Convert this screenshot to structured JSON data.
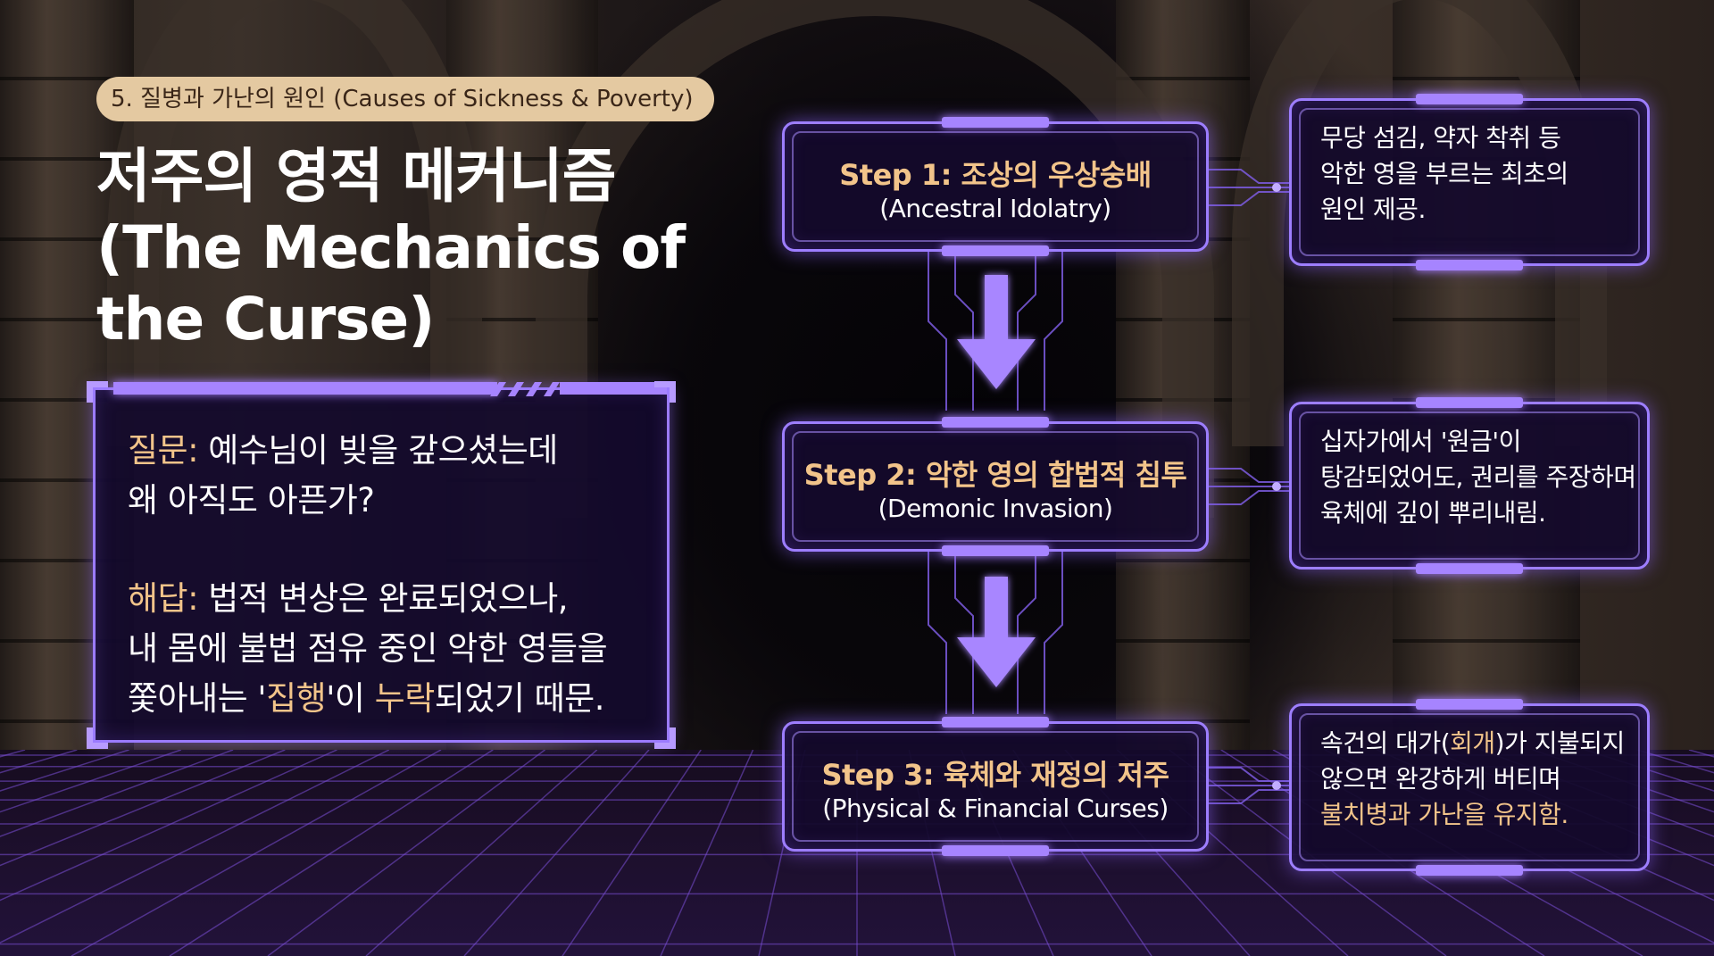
{
  "tag": "5. 질병과 가난의 원인 (Causes of Sickness & Poverty)",
  "title": {
    "line1": "저주의 영적 메커니즘",
    "line2": "(The Mechanics of",
    "line3": "the Curse)"
  },
  "qa": {
    "question_label": "질문:",
    "question_line1": " 예수님이 빚을 갚으셨는데",
    "question_line2": "왜 아직도 아픈가?",
    "answer_label": "해답:",
    "answer_line1": " 법적 변상은 완료되었으나,",
    "answer_line2": "내 몸에 불법 점유 중인 악한 영들을",
    "answer_line3_pre": "쫓아내는 '",
    "answer_line3_hl1": "집행",
    "answer_line3_mid": "'이 ",
    "answer_line3_hl2": "누락",
    "answer_line3_post": "되었기 때문."
  },
  "steps": [
    {
      "title": "Step 1: 조상의 우상숭배",
      "subtitle": "(Ancestral Idolatry)",
      "desc_line1": "무당 섬김, 약자 착취 등",
      "desc_line2": "악한 영을 부르는 최초의",
      "desc_line3": "원인 제공."
    },
    {
      "title": "Step 2: 악한 영의 합법적 침투",
      "subtitle": "(Demonic Invasion)",
      "desc_line1": "십자가에서 '원금'이",
      "desc_line2": "탕감되었어도, 권리를 주장하며",
      "desc_line3": "육체에 깊이 뿌리내림."
    },
    {
      "title": "Step 3: 육체와 재정의 저주",
      "subtitle": "(Physical & Financial Curses)",
      "desc_line1_pre": "속건의 대가(",
      "desc_line1_hl": "회개",
      "desc_line1_post": ")가 지불되지",
      "desc_line2": "않으면 완강하게 버티며",
      "desc_line3": "불치병과 가난을 유지함."
    }
  ],
  "colors": {
    "accent_gold": "#f2c48a",
    "neon_purple": "#9d7eff",
    "pill_bg": "#e4c9a1",
    "panel_bg": "#140a2c"
  },
  "icons": [
    "down-arrow-icon",
    "down-arrow-icon"
  ]
}
